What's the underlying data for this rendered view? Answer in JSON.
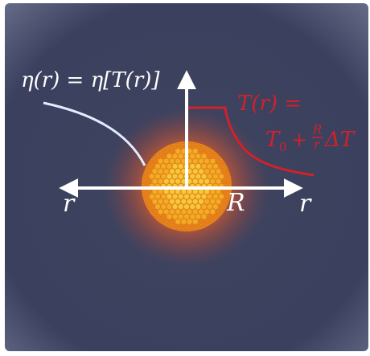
{
  "labels": {
    "viscosity_eq": "η(r) = η[T(r)]",
    "temp_lhs": "T(r) =",
    "temp_t0": "T",
    "temp_t0_sub": "0",
    "temp_plus": "+",
    "temp_frac_num": "R",
    "temp_frac_den": "r",
    "temp_delta": "ΔT",
    "r_left": "r",
    "r_right": "r",
    "radius": "R"
  },
  "colors": {
    "background_outer": "#4a5170",
    "background_inner": "#3a3f5c",
    "glow": "#b7533a",
    "particle_core": "#f7c62e",
    "particle_edge": "#e8801a",
    "axis": "#ffffff",
    "viscosity_curve": "#e6ecff",
    "temperature_curve": "#d4202a",
    "temperature_text": "#d4202a",
    "white_text": "#ffffff"
  }
}
